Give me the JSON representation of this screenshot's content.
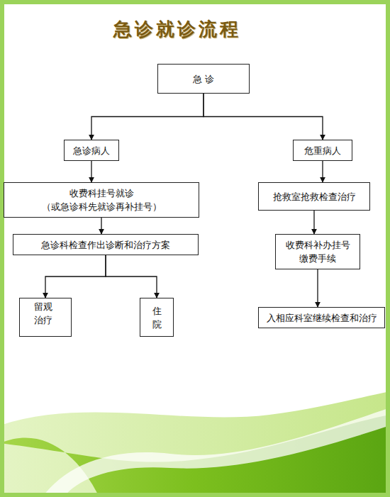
{
  "diagram": {
    "title": "急诊就诊流程",
    "nodes": [
      {
        "text": [
          "急 诊"
        ]
      },
      {
        "text": [
          "急诊病人"
        ]
      },
      {
        "text": [
          "危重病人"
        ]
      },
      {
        "text": [
          "收费科挂号就诊 （或急诊科先就诊再补挂号）"
        ]
      },
      {
        "text": [
          "急诊科检查作出诊断和治疗方案"
        ]
      },
      {
        "text": [
          "留观 治疗"
        ]
      },
      {
        "text": [
          "住 院"
        ]
      },
      {
        "text": [
          "抢救室抢救检查治疗"
        ]
      },
      {
        "text": [
          "收费科补办挂号 缴费手续"
        ]
      },
      {
        "text": [
          "入相应科室继续检查和治疗"
        ]
      }
    ],
    "edges": [
      {
        "from": 0,
        "to": 1,
        "arrow": "to"
      },
      {
        "from": 0,
        "to": 2,
        "arrow": "to"
      },
      {
        "from": 1,
        "to": 3,
        "arrow": "to"
      },
      {
        "from": 3,
        "to": 4,
        "arrow": "to"
      },
      {
        "from": 4,
        "to": 5,
        "arrow": "to"
      },
      {
        "from": 4,
        "to": 6,
        "arrow": "to"
      },
      {
        "from": 2,
        "to": 7,
        "arrow": "to"
      },
      {
        "from": 7,
        "to": 8,
        "arrow": "to"
      },
      {
        "from": 8,
        "to": 9,
        "arrow": "to"
      }
    ]
  }
}
